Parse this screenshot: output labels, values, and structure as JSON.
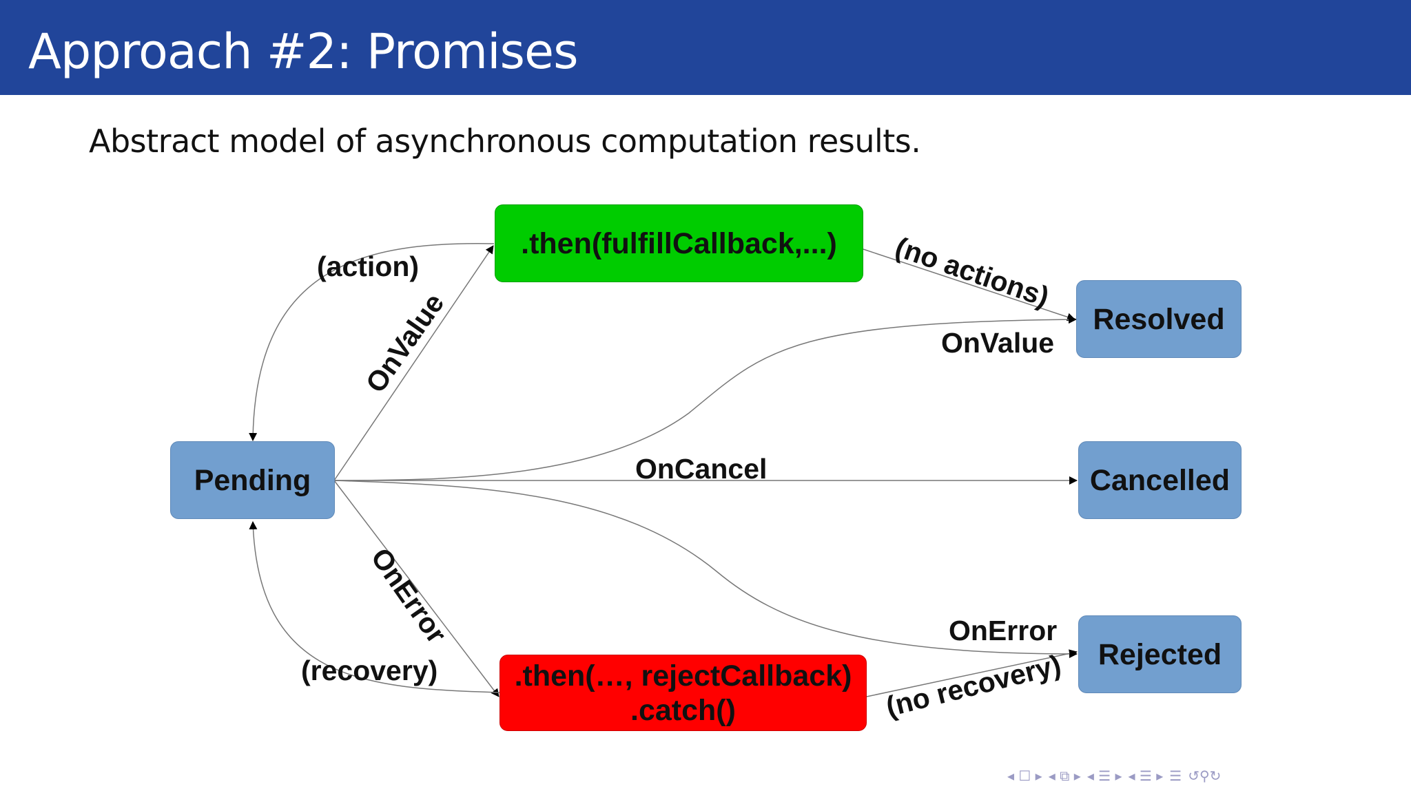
{
  "slide": {
    "title": "Approach #2: Promises",
    "subtitle": "Abstract model of asynchronous computation results."
  },
  "diagram": {
    "nodes": {
      "pending": "Pending",
      "then_fulfill": ".then(fulfillCallback,...)",
      "then_reject_line1": ".then(…, rejectCallback)",
      "then_reject_line2": ".catch()",
      "resolved": "Resolved",
      "cancelled": "Cancelled",
      "rejected": "Rejected"
    },
    "edge_labels": {
      "action": "(action)",
      "onvalue_up": "OnValue",
      "no_actions": "(no actions)",
      "onvalue_resolved": "OnValue",
      "oncancel": "OnCancel",
      "onerror_down": "OnError",
      "onerror_rejected": "OnError",
      "recovery": "(recovery)",
      "no_recovery": "(no recovery)"
    },
    "colors": {
      "state": "#729fcf",
      "fulfill": "#00cc00",
      "reject": "#ff0000",
      "header": "#21459a"
    }
  },
  "navigation": {
    "icons": [
      "nav-prev-slide-icon",
      "nav-frame-icon",
      "nav-subsection-icon",
      "nav-section-icon",
      "nav-document-icon",
      "nav-search-icon"
    ]
  }
}
